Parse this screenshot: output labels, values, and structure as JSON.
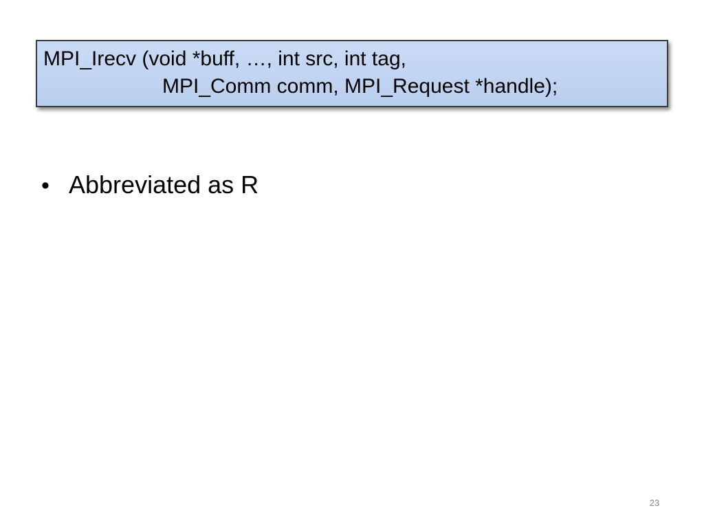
{
  "code_box": {
    "line1": "MPI_Irecv (void *buff, …, int src, int tag,",
    "line2": "MPI_Comm comm, MPI_Request *handle);",
    "fill_color": "#c6d9f1",
    "border_color": "#3a3a3a"
  },
  "bullets": [
    {
      "mark": "•",
      "text": "Abbreviated as R"
    }
  ],
  "slide_number": "23"
}
